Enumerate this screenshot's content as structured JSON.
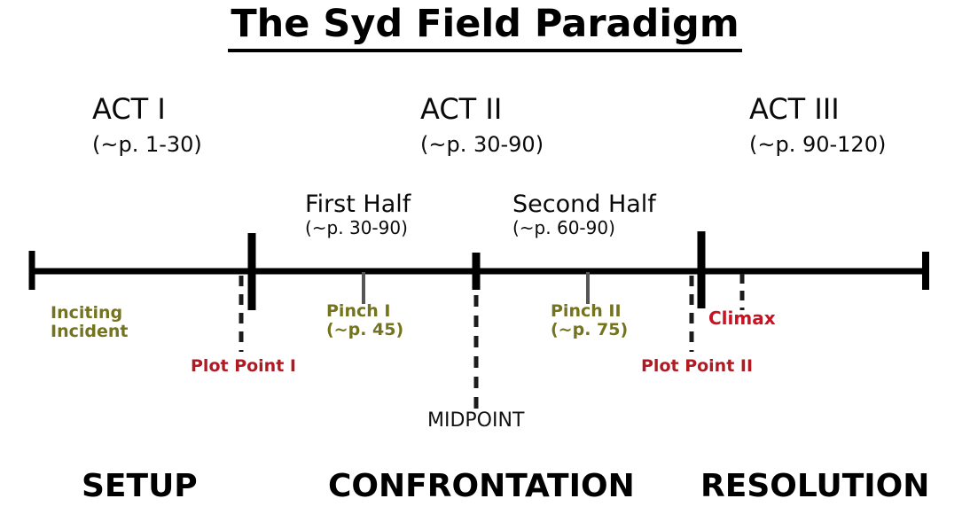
{
  "title": "The Syd Field Paradigm",
  "acts": [
    {
      "name": "ACT I",
      "pages": "(~p. 1-30)",
      "phase": "SETUP"
    },
    {
      "name": "ACT II",
      "pages": "(~p. 30-90)",
      "phase": "CONFRONTATION"
    },
    {
      "name": "ACT III",
      "pages": "(~p. 90-120)",
      "phase": "RESOLUTION"
    }
  ],
  "halves": [
    {
      "name": "First Half",
      "pages": "(~p. 30-90)"
    },
    {
      "name": "Second Half",
      "pages": "(~p. 60-90)"
    }
  ],
  "events": {
    "inciting_incident": {
      "line1": "Inciting",
      "line2": "Incident"
    },
    "plot_point_1": {
      "label": "Plot Point I"
    },
    "pinch_1": {
      "line1": "Pinch I",
      "line2": "(~p. 45)"
    },
    "midpoint": {
      "label": "MIDPOINT"
    },
    "pinch_2": {
      "line1": "Pinch II",
      "line2": "(~p. 75)"
    },
    "plot_point_2": {
      "label": "Plot Point II"
    },
    "climax": {
      "label": "Climax"
    }
  },
  "colors": {
    "olive_label": "#74741e",
    "plot_point_red": "#b11a23",
    "climax_red": "#cc1122",
    "timeline_black": "#000000",
    "pinch_line_gray": "#555555",
    "dashed_line_dark": "#1c1c1c"
  }
}
